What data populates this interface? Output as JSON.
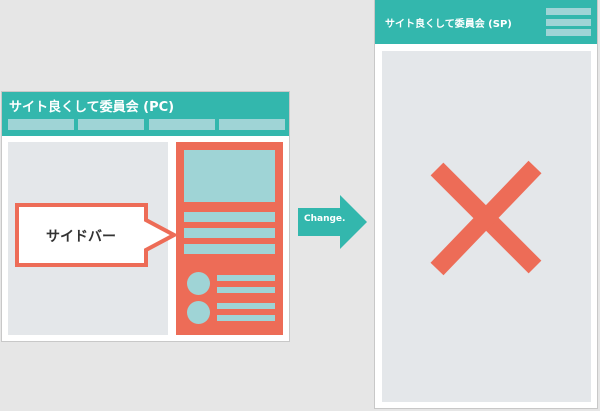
{
  "pc": {
    "title": "サイト良くして委員会 (PC)",
    "nav_items": 4,
    "sidebar_label": "サイドバー"
  },
  "arrow": {
    "label": "Change."
  },
  "sp": {
    "title": "サイト良くして委員会 (SP)",
    "menu_icon": "hamburger-icon",
    "status_icon": "cross-icon"
  },
  "colors": {
    "teal": "#33b7ad",
    "coral": "#ed6c57",
    "light_teal": "#9fd4d6",
    "panel": "#e4e7ea",
    "background": "#e6e6e6"
  }
}
